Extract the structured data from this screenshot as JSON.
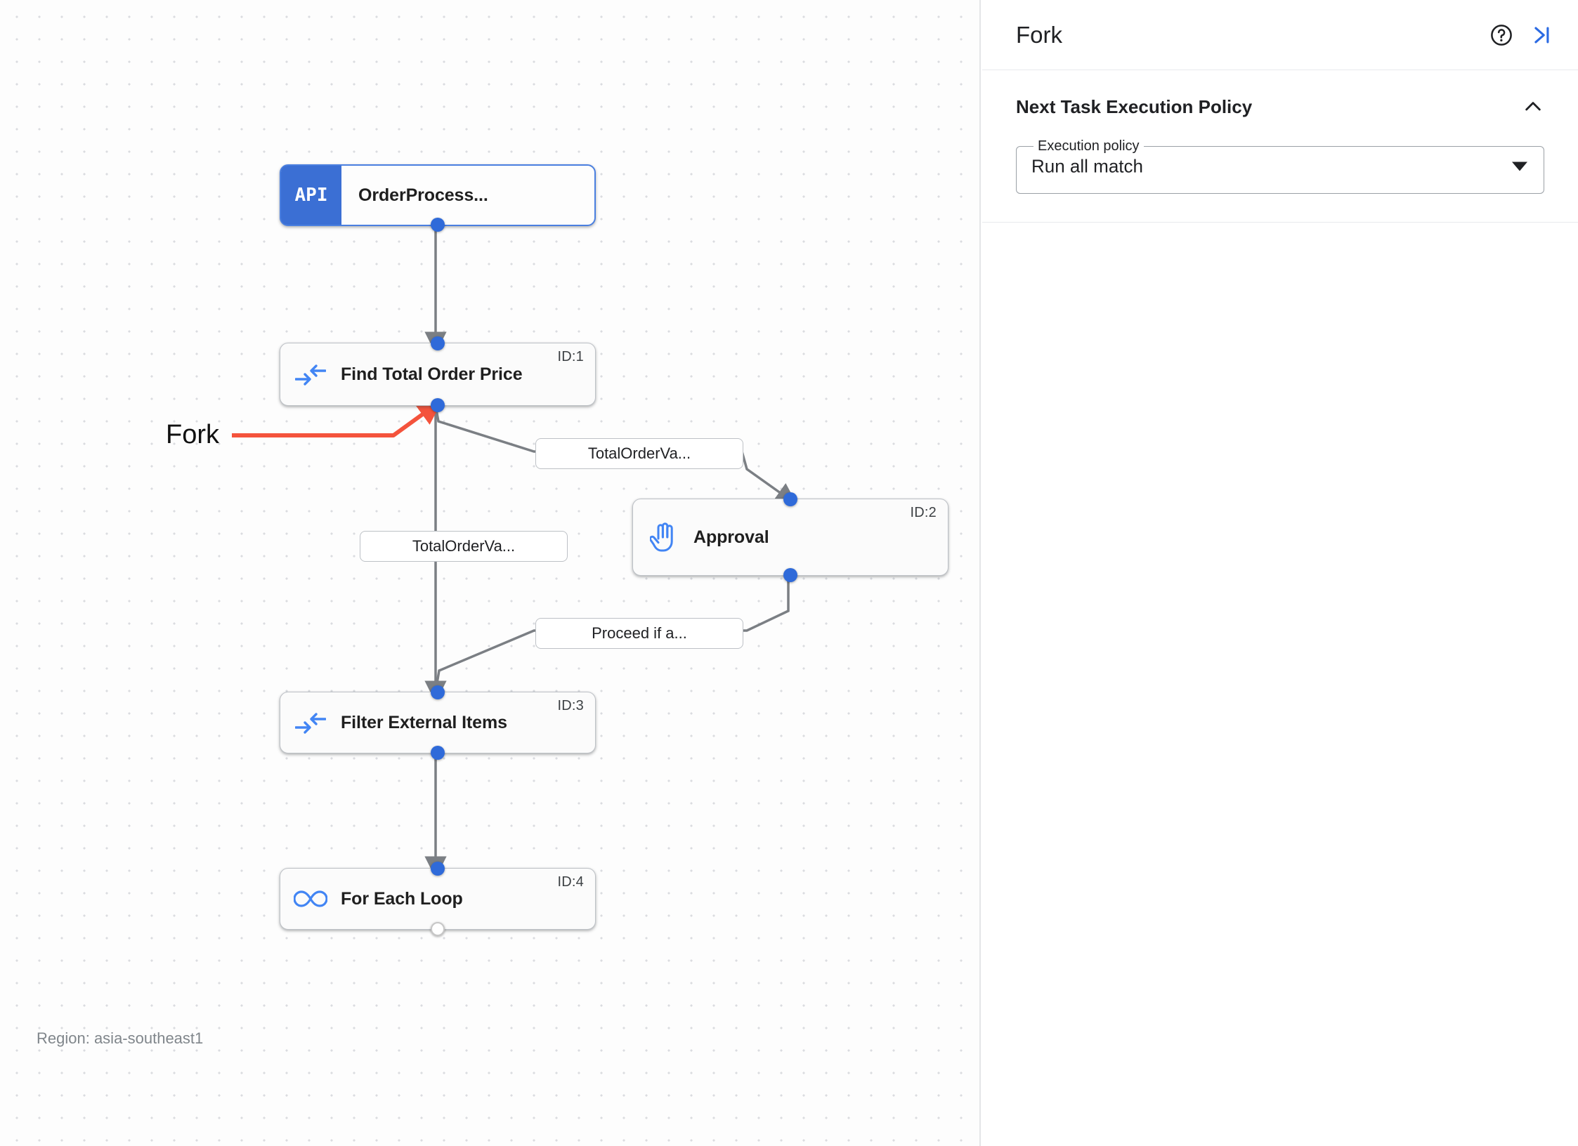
{
  "canvas": {
    "region_text": "Region: asia-southeast1",
    "annotation": {
      "label": "Fork",
      "arrow_color": "#f4533c"
    },
    "nodes": [
      {
        "id": "",
        "badge": "API",
        "title": "OrderProcess...",
        "icon": "api-badge",
        "selected": true
      },
      {
        "id": "ID:1",
        "title": "Find Total Order Price",
        "icon": "filter-arrows-icon",
        "selected": false
      },
      {
        "id": "ID:2",
        "title": "Approval",
        "icon": "hand-icon",
        "selected": false
      },
      {
        "id": "ID:3",
        "title": "Filter External Items",
        "icon": "filter-arrows-icon",
        "selected": false
      },
      {
        "id": "ID:4",
        "title": "For Each Loop",
        "icon": "infinity-icon",
        "selected": false
      }
    ],
    "edge_labels": [
      {
        "text": "TotalOrderVa..."
      },
      {
        "text": "TotalOrderVa..."
      },
      {
        "text": "Proceed if a..."
      }
    ],
    "colors": {
      "handle": "#2f6ad9",
      "node_accent": "#3b6fd4",
      "icon_blue": "#4285f4",
      "edge": "#7b7f84"
    }
  },
  "panel": {
    "title": "Fork",
    "help_icon": "help-circle-icon",
    "collapse_icon": "collapse-panel-icon",
    "section": {
      "title": "Next Task Execution Policy",
      "chevron": "chevron-up-icon",
      "field": {
        "label": "Execution policy",
        "value": "Run all match"
      }
    }
  }
}
